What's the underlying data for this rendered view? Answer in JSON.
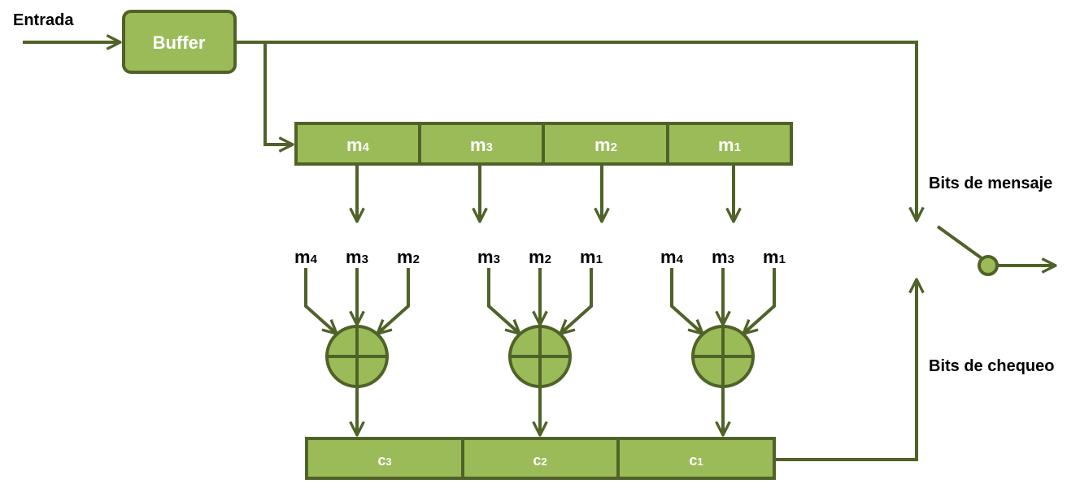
{
  "labels": {
    "input": "Entrada",
    "buffer": "Buffer",
    "message_bits": "Bits de mensaje",
    "check_bits": "Bits de chequeo"
  },
  "message_register": [
    {
      "base": "m",
      "sub": "4"
    },
    {
      "base": "m",
      "sub": "3"
    },
    {
      "base": "m",
      "sub": "2"
    },
    {
      "base": "m",
      "sub": "1"
    }
  ],
  "xor_gates": [
    {
      "inputs": [
        {
          "base": "m",
          "sub": "4"
        },
        {
          "base": "m",
          "sub": "3"
        },
        {
          "base": "m",
          "sub": "2"
        }
      ]
    },
    {
      "inputs": [
        {
          "base": "m",
          "sub": "3"
        },
        {
          "base": "m",
          "sub": "2"
        },
        {
          "base": "m",
          "sub": "1"
        }
      ]
    },
    {
      "inputs": [
        {
          "base": "m",
          "sub": "4"
        },
        {
          "base": "m",
          "sub": "3"
        },
        {
          "base": "m",
          "sub": "1"
        }
      ]
    }
  ],
  "check_register": [
    {
      "base": "c",
      "sub": "3"
    },
    {
      "base": "c",
      "sub": "2"
    },
    {
      "base": "c",
      "sub": "1"
    }
  ],
  "colors": {
    "fill": "#9bbb59",
    "stroke": "#4f6228",
    "text_light": "#ffffff",
    "text_dark": "#000000"
  }
}
